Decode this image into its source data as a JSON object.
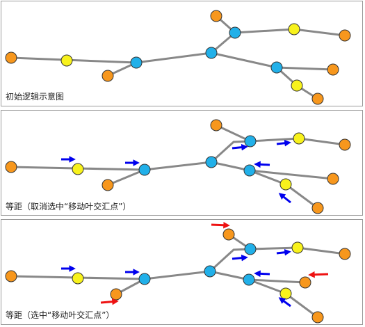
{
  "colors": {
    "edge": "#888888",
    "leaf": "#f7971d",
    "middle": "#f8f21c",
    "junction": "#21b0e9",
    "node_stroke": "#333333",
    "arrow_blue": "#0000ee",
    "arrow_red": "#ee1111"
  },
  "panels": [
    {
      "caption": "初始逻辑示意图"
    },
    {
      "caption": "等距（取消选中“移动叶交汇点”）"
    },
    {
      "caption": "等距（选中“移动叶交汇点”）"
    }
  ]
}
